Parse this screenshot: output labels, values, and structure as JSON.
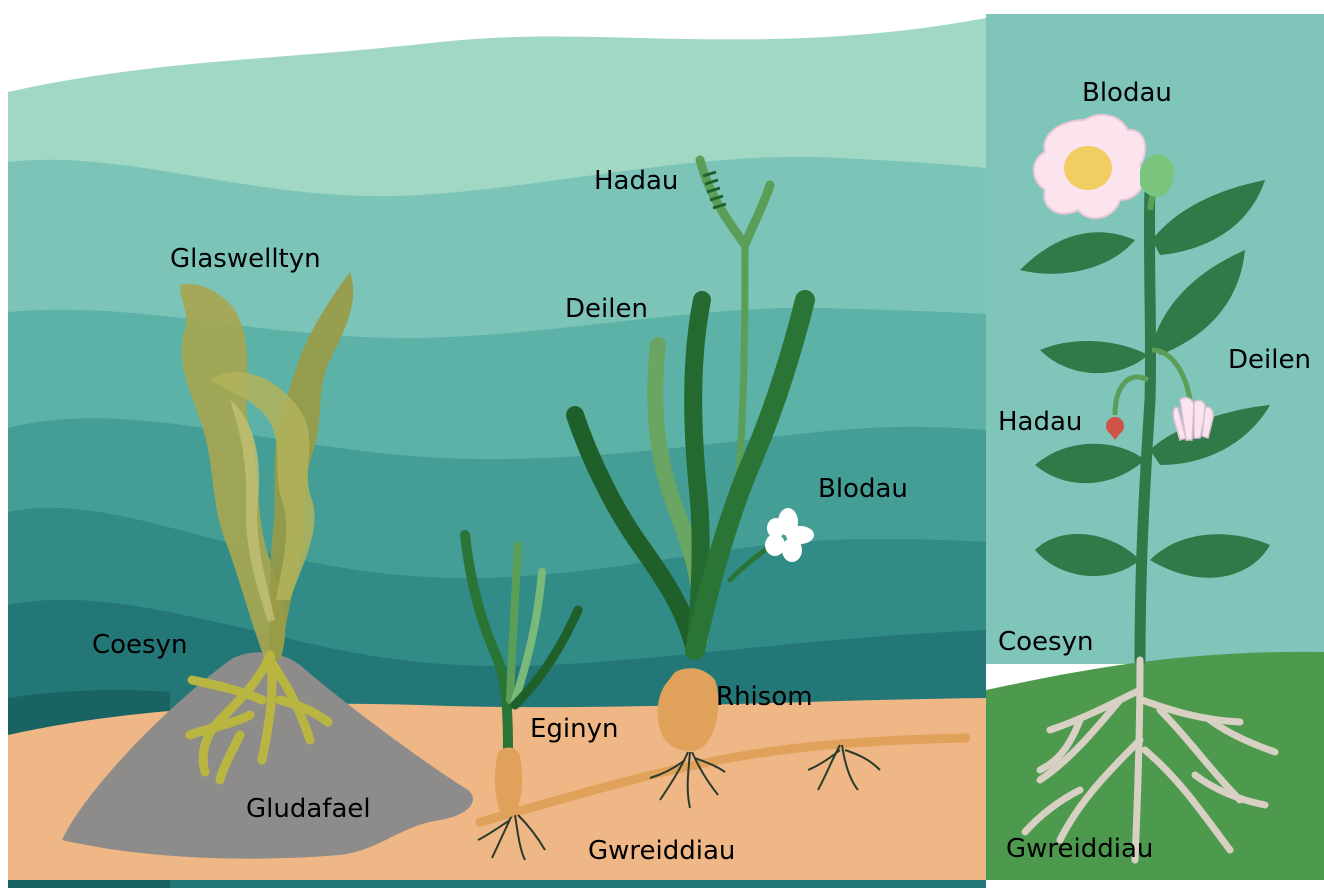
{
  "labels": {
    "kelp_blade": "Glaswelltyn",
    "kelp_stem": "Coesyn",
    "kelp_holdfast": "Gludafael",
    "seagrass_seeds": "Hadau",
    "seagrass_leaves": "Deilen",
    "seagrass_flower": "Blodau",
    "seagrass_seedling": "Eginyn",
    "seagrass_rhizome": "Rhisom",
    "seagrass_roots": "Gwreiddiau",
    "land_flower": "Blodau",
    "land_leaves": "Deilen",
    "land_seeds": "Hadau",
    "land_stem": "Coesyn",
    "land_roots": "Gwreiddiau"
  },
  "colors": {
    "sea_layer_1": "#a0d8c4",
    "sea_layer_2": "#7cc4b8",
    "sea_layer_3": "#5cb2a6",
    "sea_layer_4": "#449e96",
    "sea_layer_5": "#318b86",
    "sea_layer_6": "#237776",
    "sea_layer_7": "#196462",
    "seabed": "#efb686",
    "rock": "#8e8c8a",
    "kelp": "#a6a650",
    "seagrass_dark": "#1f5f2a",
    "seagrass_light": "#5a9e58",
    "land_sky": "#7fc5ba",
    "land_soil": "#4d9a4e",
    "land_leaf": "#2f7a48",
    "roots_land": "#d8d0c2",
    "rhizome": "#e0a25a",
    "flower_petal": "#fbe4ee",
    "flower_center": "#f1cd63",
    "seed_red": "#d0534a"
  }
}
